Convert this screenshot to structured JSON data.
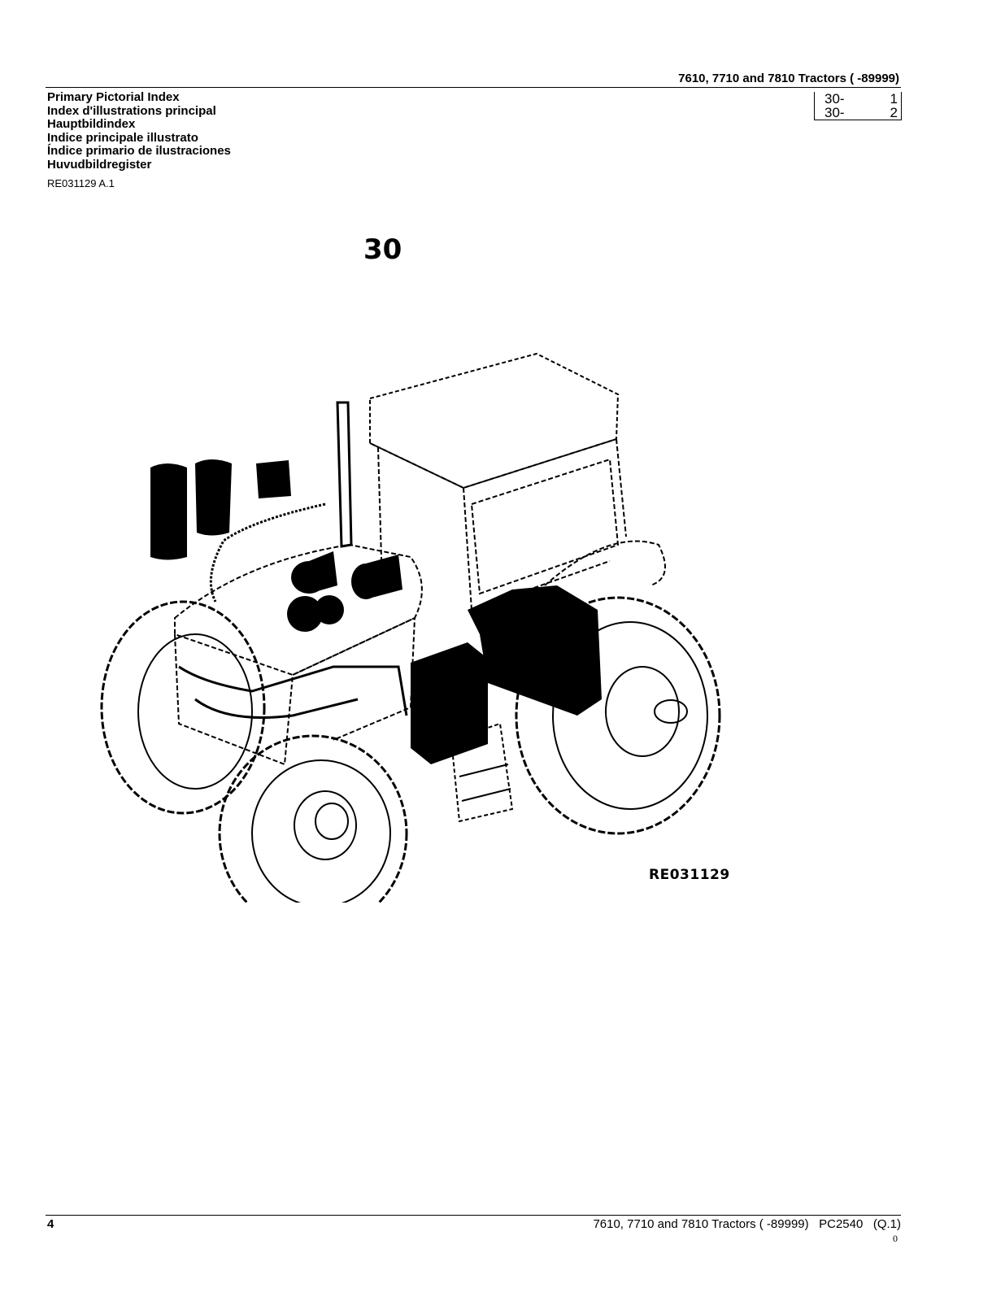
{
  "header": {
    "title": "7610, 7710 and 7810 Tractors ( -89999)"
  },
  "index_titles": [
    "Primary Pictorial Index",
    "Index d'illustrations principal",
    "Hauptbildindex",
    "Indice principale illustrato",
    "Índice primario de ilustraciones",
    "Huvudbildregister"
  ],
  "page_refs": [
    {
      "section": "30-",
      "page": "1"
    },
    {
      "section": "30-",
      "page": "2"
    }
  ],
  "doc_id": "RE031129 A.1",
  "section_number": "30",
  "figure_code": "RE031129",
  "footer": {
    "page_number": "4",
    "text": "7610, 7710 and 7810 Tractors ( -89999)   PC2540   (Q.1)",
    "mark": "0"
  }
}
